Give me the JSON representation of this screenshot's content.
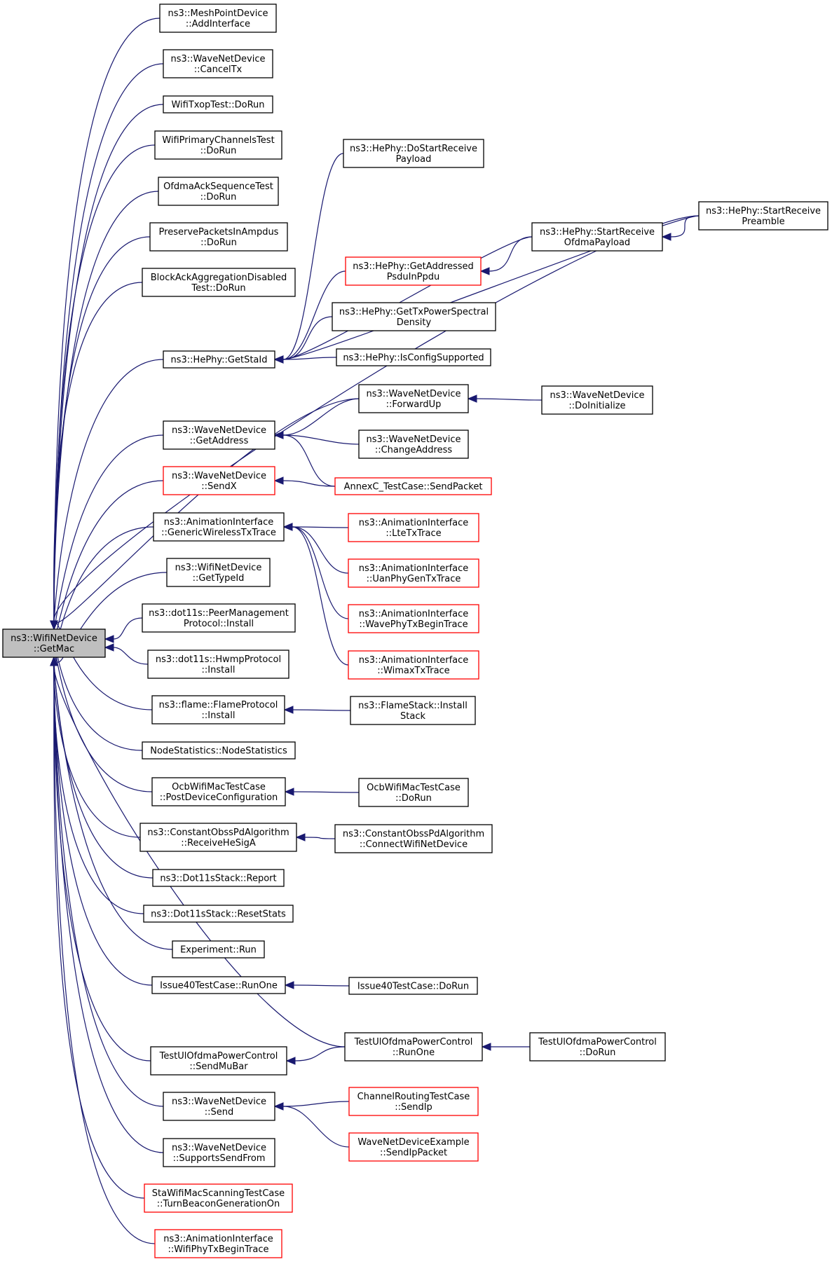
{
  "graph": {
    "nodes": {
      "root": {
        "lines": [
          "ns3::WifiNetDevice",
          "::GetMac"
        ],
        "style": "root"
      },
      "mesh_add": {
        "lines": [
          "ns3::MeshPointDevice",
          "::AddInterface"
        ]
      },
      "wave_cancel": {
        "lines": [
          "ns3::WaveNetDevice",
          "::CancelTx"
        ]
      },
      "txop_dorun": {
        "lines": [
          "WifiTxopTest::DoRun"
        ]
      },
      "primary_dorun": {
        "lines": [
          "WifiPrimaryChannelsTest",
          "::DoRun"
        ]
      },
      "ofdma_ack": {
        "lines": [
          "OfdmaAckSequenceTest",
          "::DoRun"
        ]
      },
      "preserve": {
        "lines": [
          "PreservePacketsInAmpdus",
          "::DoRun"
        ]
      },
      "blockack": {
        "lines": [
          "BlockAckAggregationDisabled",
          "Test::DoRun"
        ]
      },
      "hephy_getstaid": {
        "lines": [
          "ns3::HePhy::GetStaId"
        ]
      },
      "wave_getaddr": {
        "lines": [
          "ns3::WaveNetDevice",
          "::GetAddress"
        ]
      },
      "wave_sendx": {
        "lines": [
          "ns3::WaveNetDevice",
          "::SendX"
        ],
        "style": "red"
      },
      "anim_generic": {
        "lines": [
          "ns3::AnimationInterface",
          "::GenericWirelessTxTrace"
        ]
      },
      "wifi_gettypeid": {
        "lines": [
          "ns3::WifiNetDevice",
          "::GetTypeId"
        ]
      },
      "peer_install": {
        "lines": [
          "ns3::dot11s::PeerManagement",
          "Protocol::Install"
        ]
      },
      "hwmp_install": {
        "lines": [
          "ns3::dot11s::HwmpProtocol",
          "::Install"
        ]
      },
      "flame_install": {
        "lines": [
          "ns3::flame::FlameProtocol",
          "::Install"
        ]
      },
      "nodestats": {
        "lines": [
          "NodeStatistics::NodeStatistics"
        ]
      },
      "ocb_postconf": {
        "lines": [
          "OcbWifiMacTestCase",
          "::PostDeviceConfiguration"
        ]
      },
      "obss_receive": {
        "lines": [
          "ns3::ConstantObssPdAlgorithm",
          "::ReceiveHeSigA"
        ]
      },
      "dot11s_report": {
        "lines": [
          "ns3::Dot11sStack::Report"
        ]
      },
      "dot11s_reset": {
        "lines": [
          "ns3::Dot11sStack::ResetStats"
        ]
      },
      "exp_run": {
        "lines": [
          "Experiment::Run"
        ]
      },
      "issue40_runone": {
        "lines": [
          "Issue40TestCase::RunOne"
        ]
      },
      "tulofdma_sendmubar": {
        "lines": [
          "TestUlOfdmaPowerControl",
          "::SendMuBar"
        ]
      },
      "wave_send": {
        "lines": [
          "ns3::WaveNetDevice",
          "::Send"
        ]
      },
      "wave_supports": {
        "lines": [
          "ns3::WaveNetDevice",
          "::SupportsSendFrom"
        ]
      },
      "sta_turnbeacon": {
        "lines": [
          "StaWifiMacScanningTestCase",
          "::TurnBeaconGenerationOn"
        ],
        "style": "red"
      },
      "anim_wifiphy": {
        "lines": [
          "ns3::AnimationInterface",
          "::WifiPhyTxBeginTrace"
        ],
        "style": "red"
      },
      "hephy_dostart": {
        "lines": [
          "ns3::HePhy::DoStartReceive",
          "Payload"
        ]
      },
      "hephy_getaddr": {
        "lines": [
          "ns3::HePhy::GetAddressed",
          "PsduInPpdu"
        ],
        "style": "red"
      },
      "hephy_gettxpower": {
        "lines": [
          "ns3::HePhy::GetTxPowerSpectral",
          "Density"
        ]
      },
      "hephy_isconfig": {
        "lines": [
          "ns3::HePhy::IsConfigSupported"
        ]
      },
      "wave_forwardup": {
        "lines": [
          "ns3::WaveNetDevice",
          "::ForwardUp"
        ]
      },
      "wave_changeaddr": {
        "lines": [
          "ns3::WaveNetDevice",
          "::ChangeAddress"
        ]
      },
      "annexc_send": {
        "lines": [
          "AnnexC_TestCase::SendPacket"
        ],
        "style": "red"
      },
      "anim_lte": {
        "lines": [
          "ns3::AnimationInterface",
          "::LteTxTrace"
        ],
        "style": "red"
      },
      "anim_uan": {
        "lines": [
          "ns3::AnimationInterface",
          "::UanPhyGenTxTrace"
        ],
        "style": "red"
      },
      "anim_wavephy": {
        "lines": [
          "ns3::AnimationInterface",
          "::WavePhyTxBeginTrace"
        ],
        "style": "red"
      },
      "anim_wimax": {
        "lines": [
          "ns3::AnimationInterface",
          "::WimaxTxTrace"
        ],
        "style": "red"
      },
      "flame_stack": {
        "lines": [
          "ns3::FlameStack::Install",
          "Stack"
        ]
      },
      "ocb_dorun": {
        "lines": [
          "OcbWifiMacTestCase",
          "::DoRun"
        ]
      },
      "obss_connect": {
        "lines": [
          "ns3::ConstantObssPdAlgorithm",
          "::ConnectWifiNetDevice"
        ]
      },
      "issue40_dorun": {
        "lines": [
          "Issue40TestCase::DoRun"
        ]
      },
      "tulofdma_runone": {
        "lines": [
          "TestUlOfdmaPowerControl",
          "::RunOne"
        ]
      },
      "chan_sendip": {
        "lines": [
          "ChannelRoutingTestCase",
          "::SendIp"
        ],
        "style": "red"
      },
      "wave_sendippkt": {
        "lines": [
          "WaveNetDeviceExample",
          "::SendIpPacket"
        ],
        "style": "red"
      },
      "hephy_startofdma": {
        "lines": [
          "ns3::HePhy::StartReceive",
          "OfdmaPayload"
        ]
      },
      "wave_doinit": {
        "lines": [
          "ns3::WaveNetDevice",
          "::DoInitialize"
        ]
      },
      "tulofdma_dorun": {
        "lines": [
          "TestUlOfdmaPowerControl",
          "::DoRun"
        ]
      },
      "hephy_startpre": {
        "lines": [
          "ns3::HePhy::StartReceive",
          "Preamble"
        ]
      }
    },
    "edges": [
      [
        "mesh_add",
        "root"
      ],
      [
        "wave_cancel",
        "root"
      ],
      [
        "txop_dorun",
        "root"
      ],
      [
        "primary_dorun",
        "root"
      ],
      [
        "ofdma_ack",
        "root"
      ],
      [
        "preserve",
        "root"
      ],
      [
        "blockack",
        "root"
      ],
      [
        "hephy_getstaid",
        "root"
      ],
      [
        "wave_getaddr",
        "root"
      ],
      [
        "wave_sendx",
        "root"
      ],
      [
        "anim_generic",
        "root"
      ],
      [
        "wifi_gettypeid",
        "root"
      ],
      [
        "peer_install",
        "root"
      ],
      [
        "hwmp_install",
        "root"
      ],
      [
        "flame_install",
        "root"
      ],
      [
        "nodestats",
        "root"
      ],
      [
        "ocb_postconf",
        "root"
      ],
      [
        "obss_receive",
        "root"
      ],
      [
        "dot11s_report",
        "root"
      ],
      [
        "dot11s_reset",
        "root"
      ],
      [
        "exp_run",
        "root"
      ],
      [
        "issue40_runone",
        "root"
      ],
      [
        "tulofdma_sendmubar",
        "root"
      ],
      [
        "wave_send",
        "root"
      ],
      [
        "wave_supports",
        "root"
      ],
      [
        "sta_turnbeacon",
        "root"
      ],
      [
        "anim_wifiphy",
        "root"
      ],
      [
        "hephy_startpre",
        "root"
      ],
      [
        "wave_forwardup",
        "root"
      ],
      [
        "tulofdma_runone",
        "root"
      ],
      [
        "hephy_dostart",
        "hephy_getstaid"
      ],
      [
        "hephy_getaddr",
        "hephy_getstaid"
      ],
      [
        "hephy_gettxpower",
        "hephy_getstaid"
      ],
      [
        "hephy_isconfig",
        "hephy_getstaid"
      ],
      [
        "hephy_startofdma",
        "hephy_getstaid"
      ],
      [
        "hephy_startpre",
        "hephy_getstaid"
      ],
      [
        "wave_forwardup",
        "wave_getaddr"
      ],
      [
        "wave_changeaddr",
        "wave_getaddr"
      ],
      [
        "annexc_send",
        "wave_getaddr"
      ],
      [
        "annexc_send",
        "wave_sendx"
      ],
      [
        "anim_lte",
        "anim_generic"
      ],
      [
        "anim_uan",
        "anim_generic"
      ],
      [
        "anim_wavephy",
        "anim_generic"
      ],
      [
        "anim_wimax",
        "anim_generic"
      ],
      [
        "flame_stack",
        "flame_install"
      ],
      [
        "ocb_dorun",
        "ocb_postconf"
      ],
      [
        "obss_connect",
        "obss_receive"
      ],
      [
        "issue40_dorun",
        "issue40_runone"
      ],
      [
        "tulofdma_runone",
        "tulofdma_sendmubar"
      ],
      [
        "chan_sendip",
        "wave_send"
      ],
      [
        "wave_sendippkt",
        "wave_send"
      ],
      [
        "hephy_startofdma",
        "hephy_getaddr"
      ],
      [
        "wave_doinit",
        "wave_forwardup"
      ],
      [
        "tulofdma_dorun",
        "tulofdma_runone"
      ],
      [
        "hephy_startpre",
        "hephy_startofdma"
      ]
    ]
  }
}
